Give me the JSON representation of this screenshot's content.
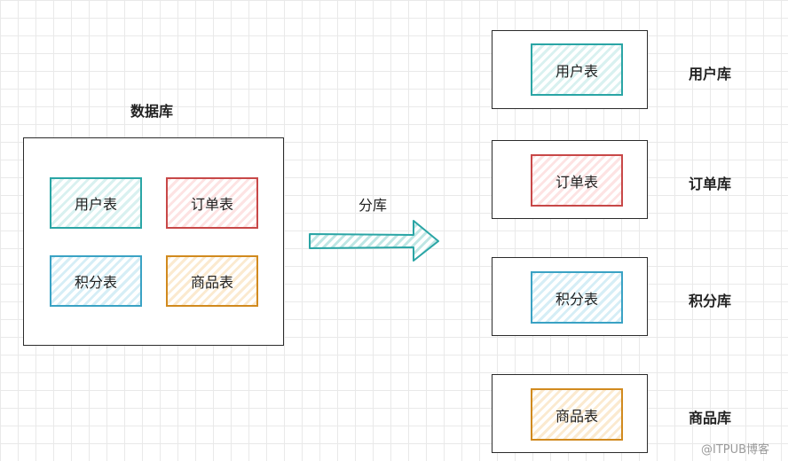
{
  "source": {
    "title": "数据库",
    "tables": [
      {
        "label": "用户表",
        "color": "#2aa5a5"
      },
      {
        "label": "订单表",
        "color": "#c84848"
      },
      {
        "label": "积分表",
        "color": "#3aa2c4"
      },
      {
        "label": "商品表",
        "color": "#d18a1e"
      }
    ]
  },
  "arrow": {
    "label": "分库",
    "color": "#2aa5a5"
  },
  "shards": [
    {
      "table": "用户表",
      "db": "用户库"
    },
    {
      "table": "订单表",
      "db": "订单库"
    },
    {
      "table": "积分表",
      "db": "积分库"
    },
    {
      "table": "商品表",
      "db": "商品库"
    }
  ],
  "watermark": "@ITPUB博客"
}
